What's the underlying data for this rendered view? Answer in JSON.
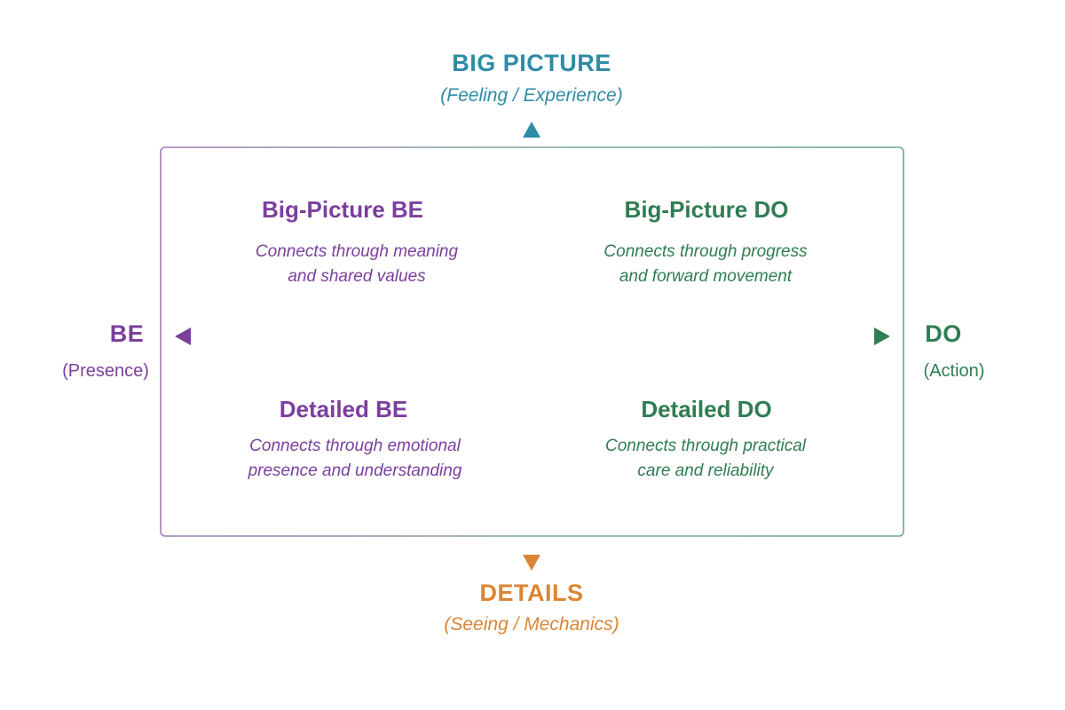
{
  "title": "BE / DO vs BIG PICTURE / DETAILS quadrant diagram",
  "colors": {
    "teal": "#2E8CA6",
    "orange": "#DB8534",
    "purple": "#7B3F9D",
    "green": "#2F7D52"
  },
  "axes": {
    "top": {
      "label": "BIG PICTURE",
      "sub": "(Feeling / Experience)"
    },
    "bottom": {
      "label": "DETAILS",
      "sub": "(Seeing / Mechanics)"
    },
    "left": {
      "label": "BE",
      "sub": "(Presence)"
    },
    "right": {
      "label": "DO",
      "sub": "(Action)"
    }
  },
  "quadrants": [
    {
      "id": "big-picture-be",
      "title": "Big-Picture BE",
      "desc": [
        "Connects through meaning",
        "and shared values"
      ]
    },
    {
      "id": "big-picture-do",
      "title": "Big-Picture DO",
      "desc": [
        "Connects through progress",
        "and forward movement"
      ]
    },
    {
      "id": "detailed-be",
      "title": "Detailed BE",
      "desc": [
        "Connects through emotional",
        "presence and understanding"
      ]
    },
    {
      "id": "detailed-do",
      "title": "Detailed DO",
      "desc": [
        "Connects through practical",
        "care and reliability"
      ]
    }
  ]
}
